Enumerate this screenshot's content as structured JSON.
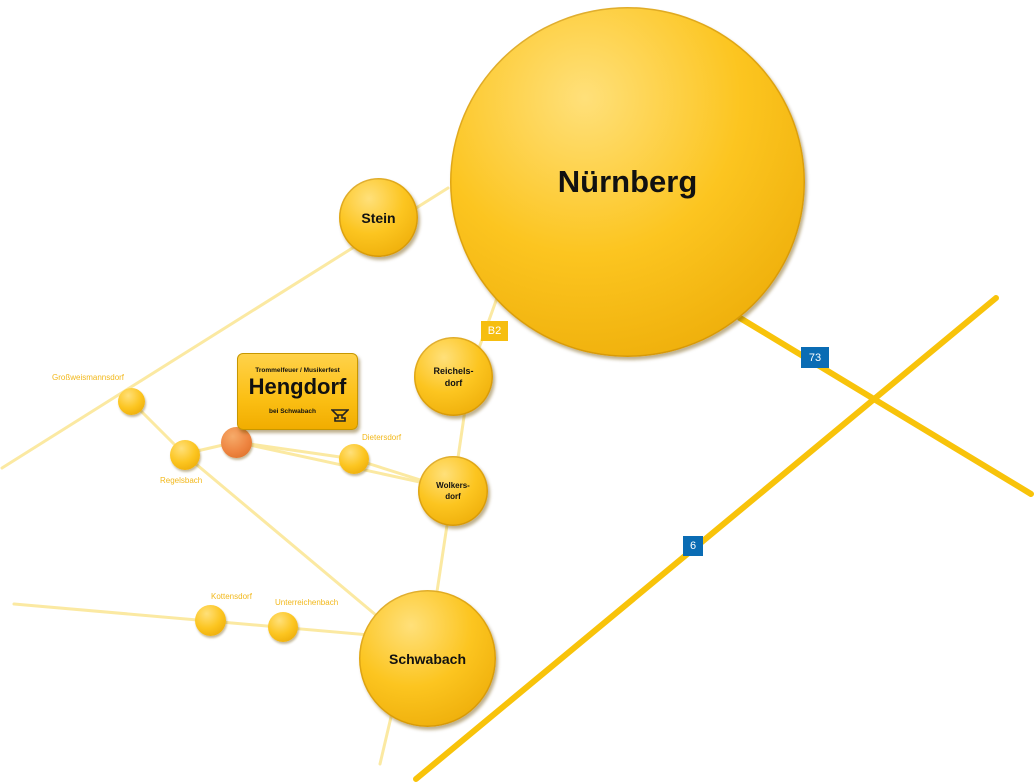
{
  "cities": [
    {
      "key": "nuernberg",
      "name": "Nürnberg"
    },
    {
      "key": "stein",
      "name": "Stein"
    },
    {
      "key": "reichelsdorf",
      "name": "Reichels-\ndorf"
    },
    {
      "key": "woelkersdorf",
      "name": "Wolkers-\ndorf"
    },
    {
      "key": "schwabach",
      "name": "Schwabach"
    }
  ],
  "villages": [
    {
      "key": "grossweismannsdorf",
      "name": "Großweismannsdorf"
    },
    {
      "key": "regelsbach",
      "name": "Regelsbach"
    },
    {
      "key": "dietersdorf",
      "name": "Dietersdorf"
    },
    {
      "key": "kottensdorf",
      "name": "Kottensdorf"
    },
    {
      "key": "unterreichenbach",
      "name": "Unterreichenbach"
    }
  ],
  "event": {
    "subtitle": "Trommelfeuer / Musikerfest",
    "title": "Hengdorf",
    "place": "bei Schwabach",
    "icon": "anvil-icon"
  },
  "road_labels": {
    "b2": "B2",
    "a73": "73",
    "a6": "6"
  },
  "colors": {
    "city": "#fcc520",
    "road_main": "#f8c30a",
    "road_minor": "#fbe9a2",
    "motorway_shield": "#0a6cb4",
    "highlight": "#ee8440",
    "village_label": "#f2b81b"
  }
}
